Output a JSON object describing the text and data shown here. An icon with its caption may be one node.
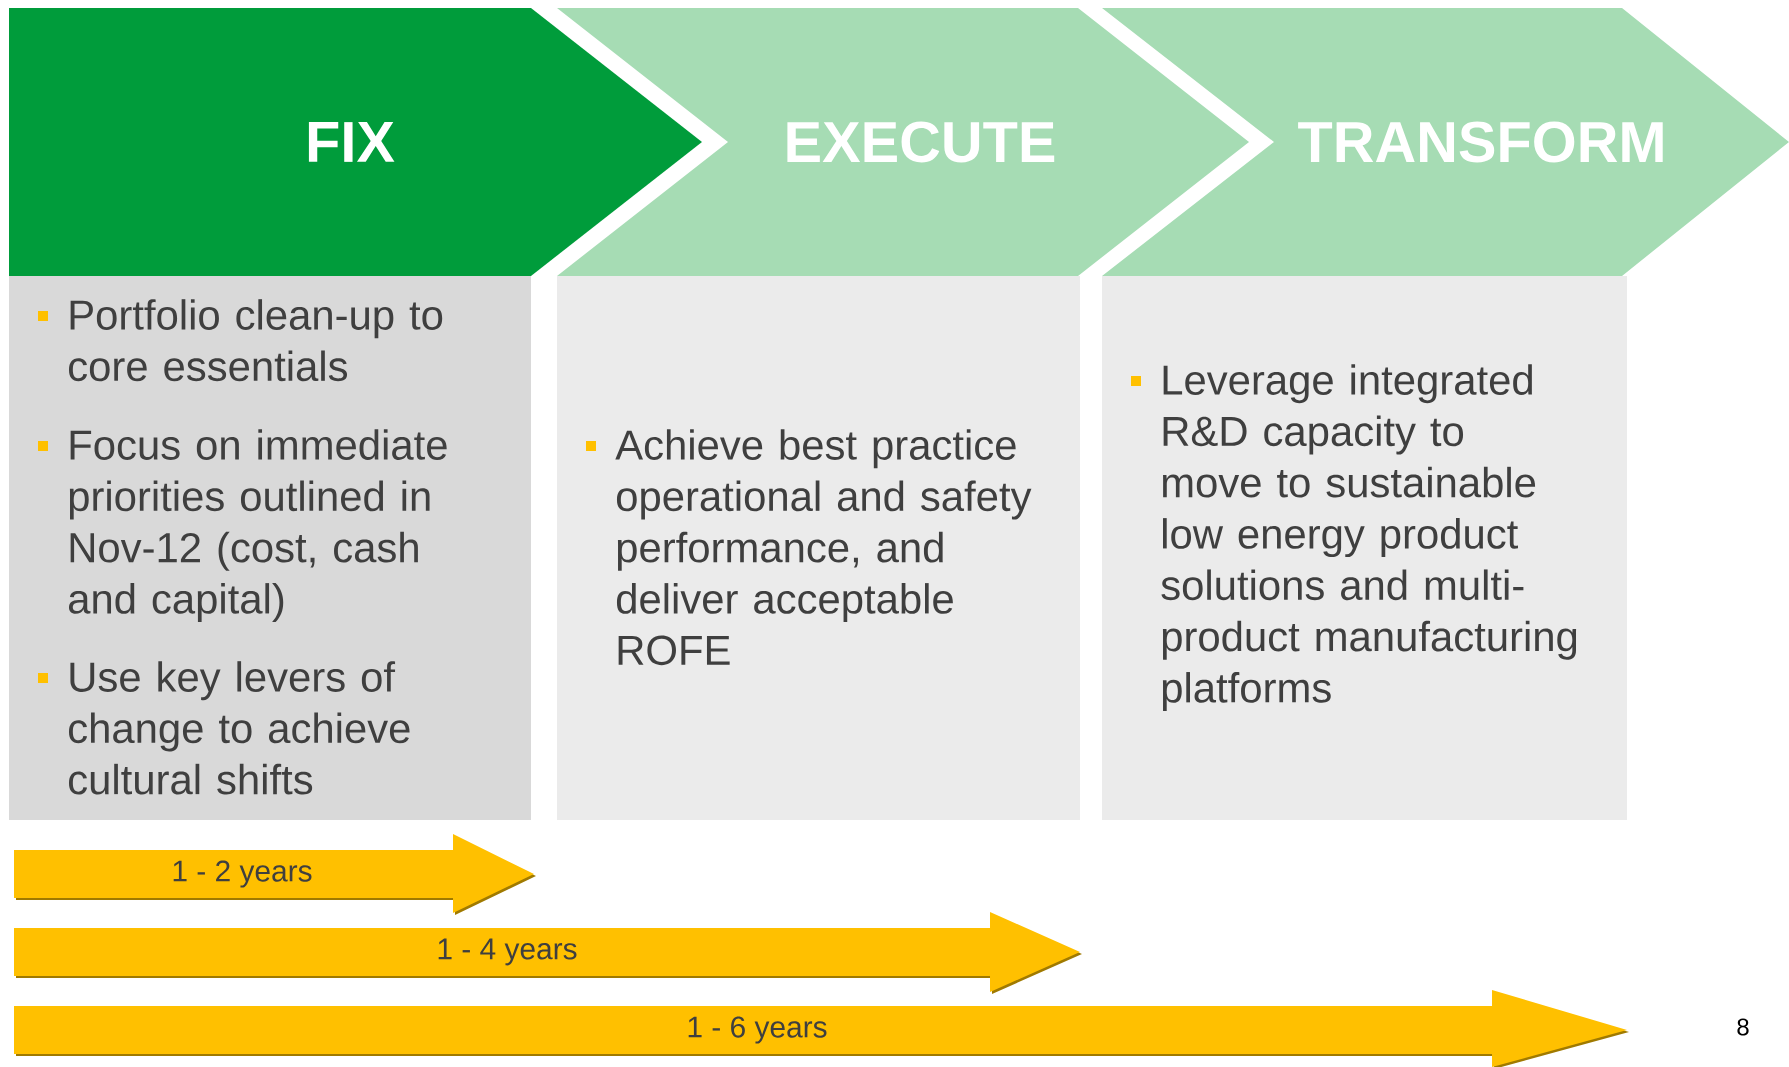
{
  "diagram": {
    "nodes": [
      {
        "text": [
          "FIX"
        ]
      },
      {
        "text": [
          "EXECUTE"
        ]
      },
      {
        "text": [
          "TRANSFORM"
        ]
      },
      {
        "text": [
          "Portfolio clean-up to core essentials",
          "Focus on immediate priorities outlined in Nov-12 (cost, cash and capital)",
          "Use key levers of change to achieve cultural shifts"
        ]
      },
      {
        "text": [
          "Achieve best practice operational and safety performance, and deliver acceptable ROFE"
        ]
      },
      {
        "text": [
          "Leverage integrated R&D capacity to move to sustainable low energy product solutions and multi-product manufacturing platforms"
        ]
      },
      {
        "text": [
          "1 - 2 years"
        ]
      },
      {
        "text": [
          "1 - 4 years"
        ]
      },
      {
        "text": [
          "1 - 6 years"
        ]
      }
    ],
    "labels": [
      "8"
    ]
  }
}
